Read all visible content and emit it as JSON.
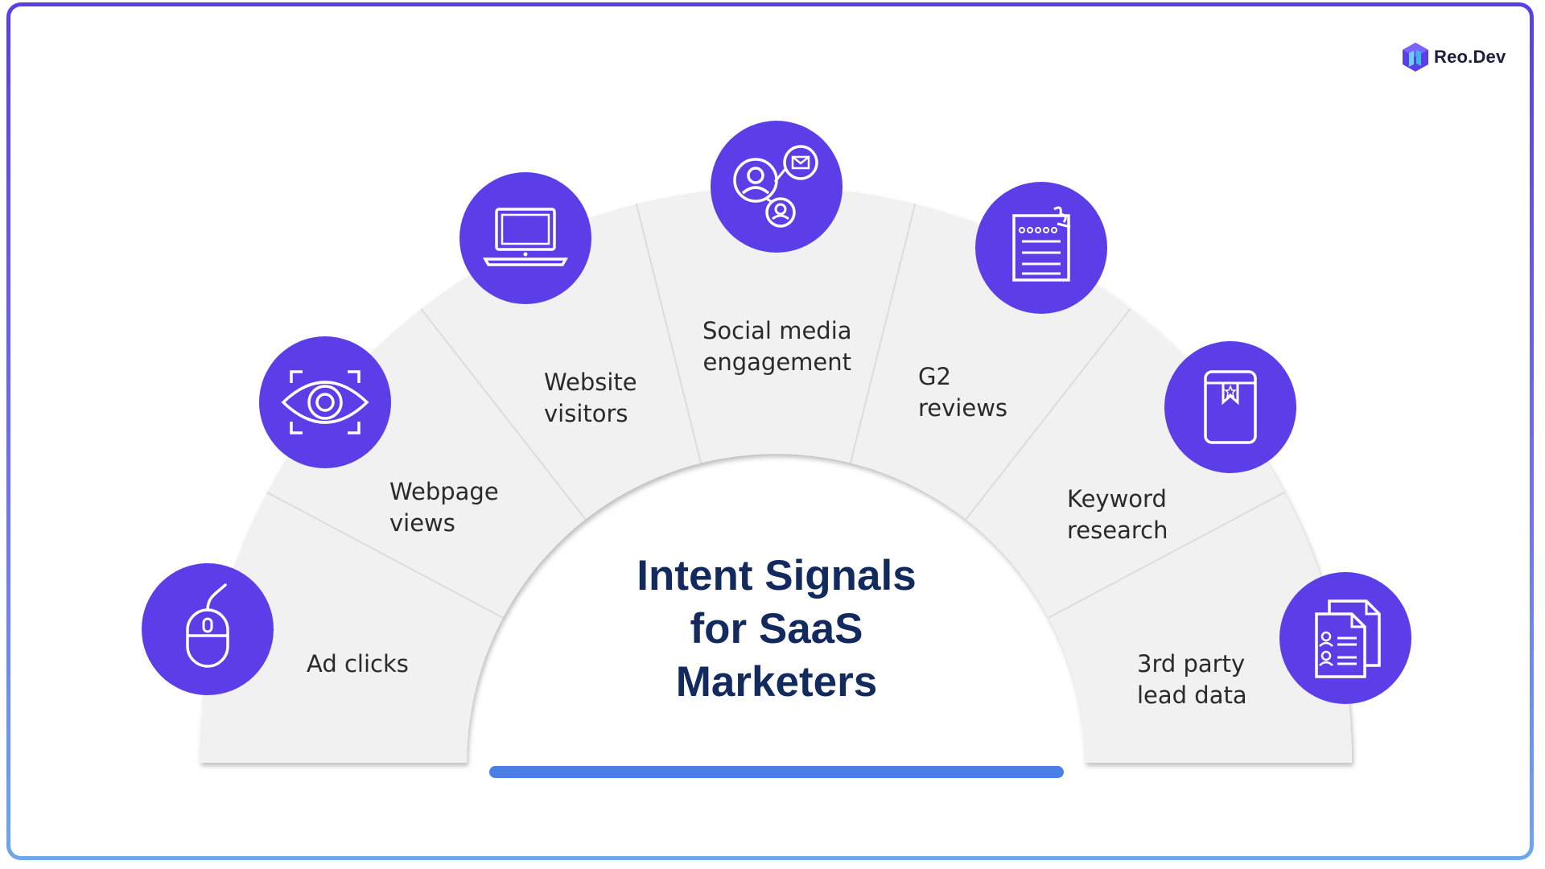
{
  "brand": {
    "name": "Reo.Dev",
    "logo_icon": "hexagon-logo-icon"
  },
  "title": {
    "lines": [
      "Intent Signals",
      "for SaaS",
      "Marketers"
    ]
  },
  "signals": [
    {
      "label": "Ad clicks",
      "icon": "mouse-icon"
    },
    {
      "label": "Webpage\nviews",
      "icon": "eye-icon"
    },
    {
      "label": "Website\nvisitors",
      "icon": "laptop-icon"
    },
    {
      "label": "Social media\nengagement",
      "icon": "social-network-icon"
    },
    {
      "label": "G2\nreviews",
      "icon": "review-document-icon"
    },
    {
      "label": "Keyword\nresearch",
      "icon": "bookmark-book-icon"
    },
    {
      "label": "3rd party\nlead data",
      "icon": "contact-documents-icon"
    }
  ],
  "colors": {
    "accent": "#5b3ee8",
    "band": "#f1f1f1",
    "title": "#122a5e",
    "bar": "#4b7fe5"
  }
}
